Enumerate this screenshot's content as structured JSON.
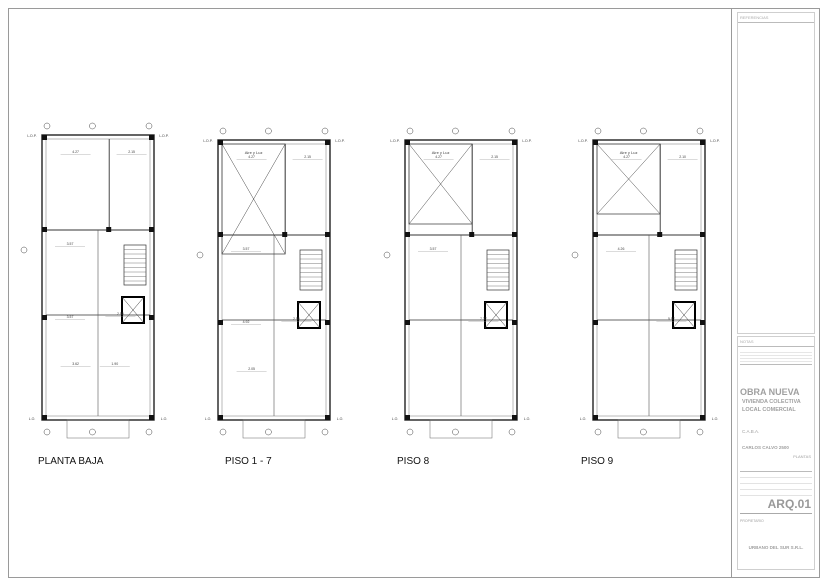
{
  "plans": [
    {
      "title": "PLANTA BAJA",
      "dims": [
        "4.27",
        "2.15",
        "3.57",
        "2.50",
        "3.57",
        "3.62",
        "1.90"
      ]
    },
    {
      "title": "PISO 1 - 7",
      "dims": [
        "4.27",
        "2.15",
        "3.57",
        "2.50",
        "4.92",
        "2.05"
      ],
      "void": "Aire y Luz"
    },
    {
      "title": "PISO 8",
      "dims": [
        "4.27",
        "2.15",
        "3.57",
        "7.37"
      ],
      "void": "Aire y Luz"
    },
    {
      "title": "PISO 9",
      "dims": [
        "4.27",
        "2.10",
        "4.26",
        "5.57"
      ],
      "void": "Aire y Luz"
    }
  ],
  "marks": {
    "ldp": "L.D.P.",
    "lo": "L.O."
  },
  "titleblock": {
    "references": "REFERENCIAS",
    "notes": "NOTAS",
    "project_type": "OBRA NUEVA",
    "subtitle1": "VIVIENDA COLECTIVA",
    "subtitle2": "LOCAL COMERCIAL",
    "city": "C.A.B.A.",
    "address": "CARLOS CALVO 2500",
    "sheet_type": "PLANTAS",
    "sheet_code": "ARQ.01",
    "propietario": "PROPIETARIO",
    "owner": "URBANO DEL SUR S.R.L."
  }
}
